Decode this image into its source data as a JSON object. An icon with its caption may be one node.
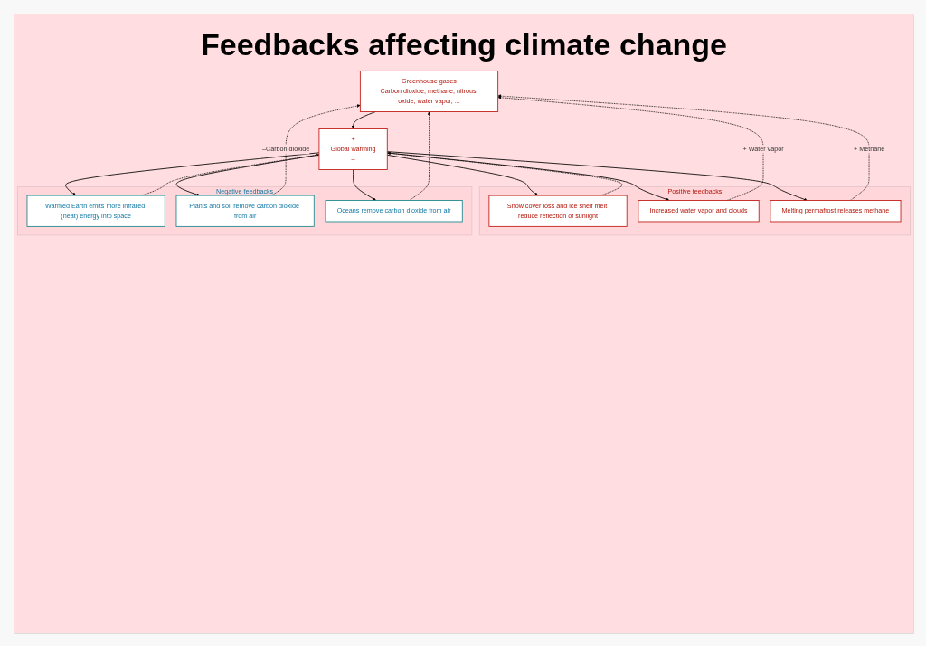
{
  "diagram": {
    "title": "Feedbacks affecting climate change",
    "nodes": [
      {
        "text": [
          "Greenhouse gases",
          "Carbon dioxide, methane, nitrous oxide, water vapor, ..."
        ]
      },
      {
        "text": [
          "+",
          "Global warming",
          "–"
        ]
      },
      {
        "text": [
          "Positive feedbacks"
        ]
      },
      {
        "text": [
          "Snow cover loss and ice shelf melt reduce reflection of sunlight"
        ],
        "in": 2
      },
      {
        "text": [
          "Increased water vapor and clouds"
        ],
        "in": 2
      },
      {
        "text": [
          "Melting permafrost releases methane"
        ],
        "in": 2
      },
      {
        "text": [
          "Negative feedbacks"
        ]
      },
      {
        "text": [
          "Warmed Earth emits more infrared (heat) energy into space"
        ],
        "in": 6
      },
      {
        "text": [
          "Plants and soil remove carbon dioxide from air"
        ],
        "in": 6
      },
      {
        "text": [
          "Oceans remove carbon dioxide from air"
        ],
        "in": 6
      }
    ],
    "edges": [
      {
        "from": 0,
        "to": 1,
        "arrow": "to"
      },
      {
        "from": 1,
        "to": 3,
        "arrow": "to"
      },
      {
        "from": 1,
        "to": 4,
        "arrow": "to"
      },
      {
        "from": 1,
        "to": 5,
        "arrow": "to"
      },
      {
        "from": 1,
        "to": 7,
        "arrow": "to"
      },
      {
        "from": 1,
        "to": 8,
        "arrow": "to"
      },
      {
        "from": 1,
        "to": 9,
        "arrow": "to"
      },
      {
        "from": 3,
        "to": 1,
        "arrow": "to",
        "style": "dashed"
      },
      {
        "from": 4,
        "to": 0,
        "arrow": "to",
        "style": "dashed",
        "label": "+ Water vapor"
      },
      {
        "from": 5,
        "to": 0,
        "arrow": "to",
        "style": "dashed",
        "label": "+ Methane"
      },
      {
        "from": 7,
        "to": 1,
        "arrow": "to",
        "style": "dashed"
      },
      {
        "from": 8,
        "to": 0,
        "arrow": "to",
        "style": "dashed",
        "label": "–Carbon dioxide"
      },
      {
        "from": 9,
        "to": 0,
        "arrow": "to",
        "style": "dashed"
      }
    ]
  }
}
